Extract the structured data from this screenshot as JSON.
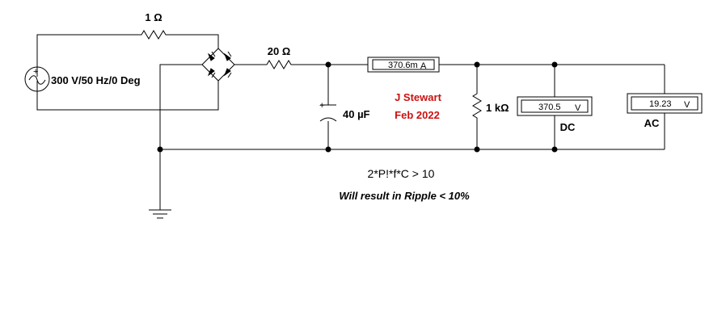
{
  "components": {
    "source": {
      "label": "300 V/50 Hz/0 Deg",
      "polarity": "+"
    },
    "series_resistor": {
      "label": "1 Ω"
    },
    "filter_resistor": {
      "label": "20 Ω"
    },
    "capacitor": {
      "label": "40 µF",
      "polarity": "+"
    },
    "load_resistor": {
      "label": "1 kΩ"
    }
  },
  "meters": {
    "ammeter": {
      "value": "370.6m",
      "unit": "A"
    },
    "dc_voltmeter": {
      "value": "370.5",
      "unit": "V",
      "mode": "DC"
    },
    "ac_voltmeter": {
      "value": "19.23",
      "unit": "V",
      "mode": "AC"
    }
  },
  "author": {
    "name": "J Stewart",
    "date": "Feb 2022",
    "color": "#cc1111"
  },
  "notes": {
    "formula": "2*P!*f*C > 10",
    "result": "Will result in Ripple < 10%"
  }
}
